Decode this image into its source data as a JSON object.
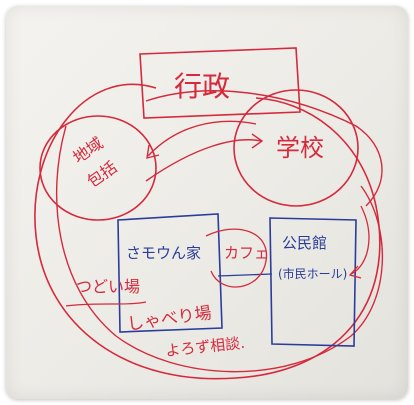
{
  "colors": {
    "red_marker": "#d62a3c",
    "blue_marker": "#2b3d9a",
    "whiteboard": "#efeee9"
  },
  "nodes": {
    "gyosei": "行政",
    "gakko": "学校",
    "chiiki_line1": "地域",
    "chiiki_line2": "包括",
    "sanseitsu": "さモウん家",
    "cafe": "カフェ",
    "kominkan_line1": "公民館",
    "kominkan_line2": "(市民ホール)"
  },
  "labels": {
    "tsudoiba": "つどい場",
    "shaberiba": "しゃべり場",
    "yorozu_sodan": "よろず相談."
  }
}
